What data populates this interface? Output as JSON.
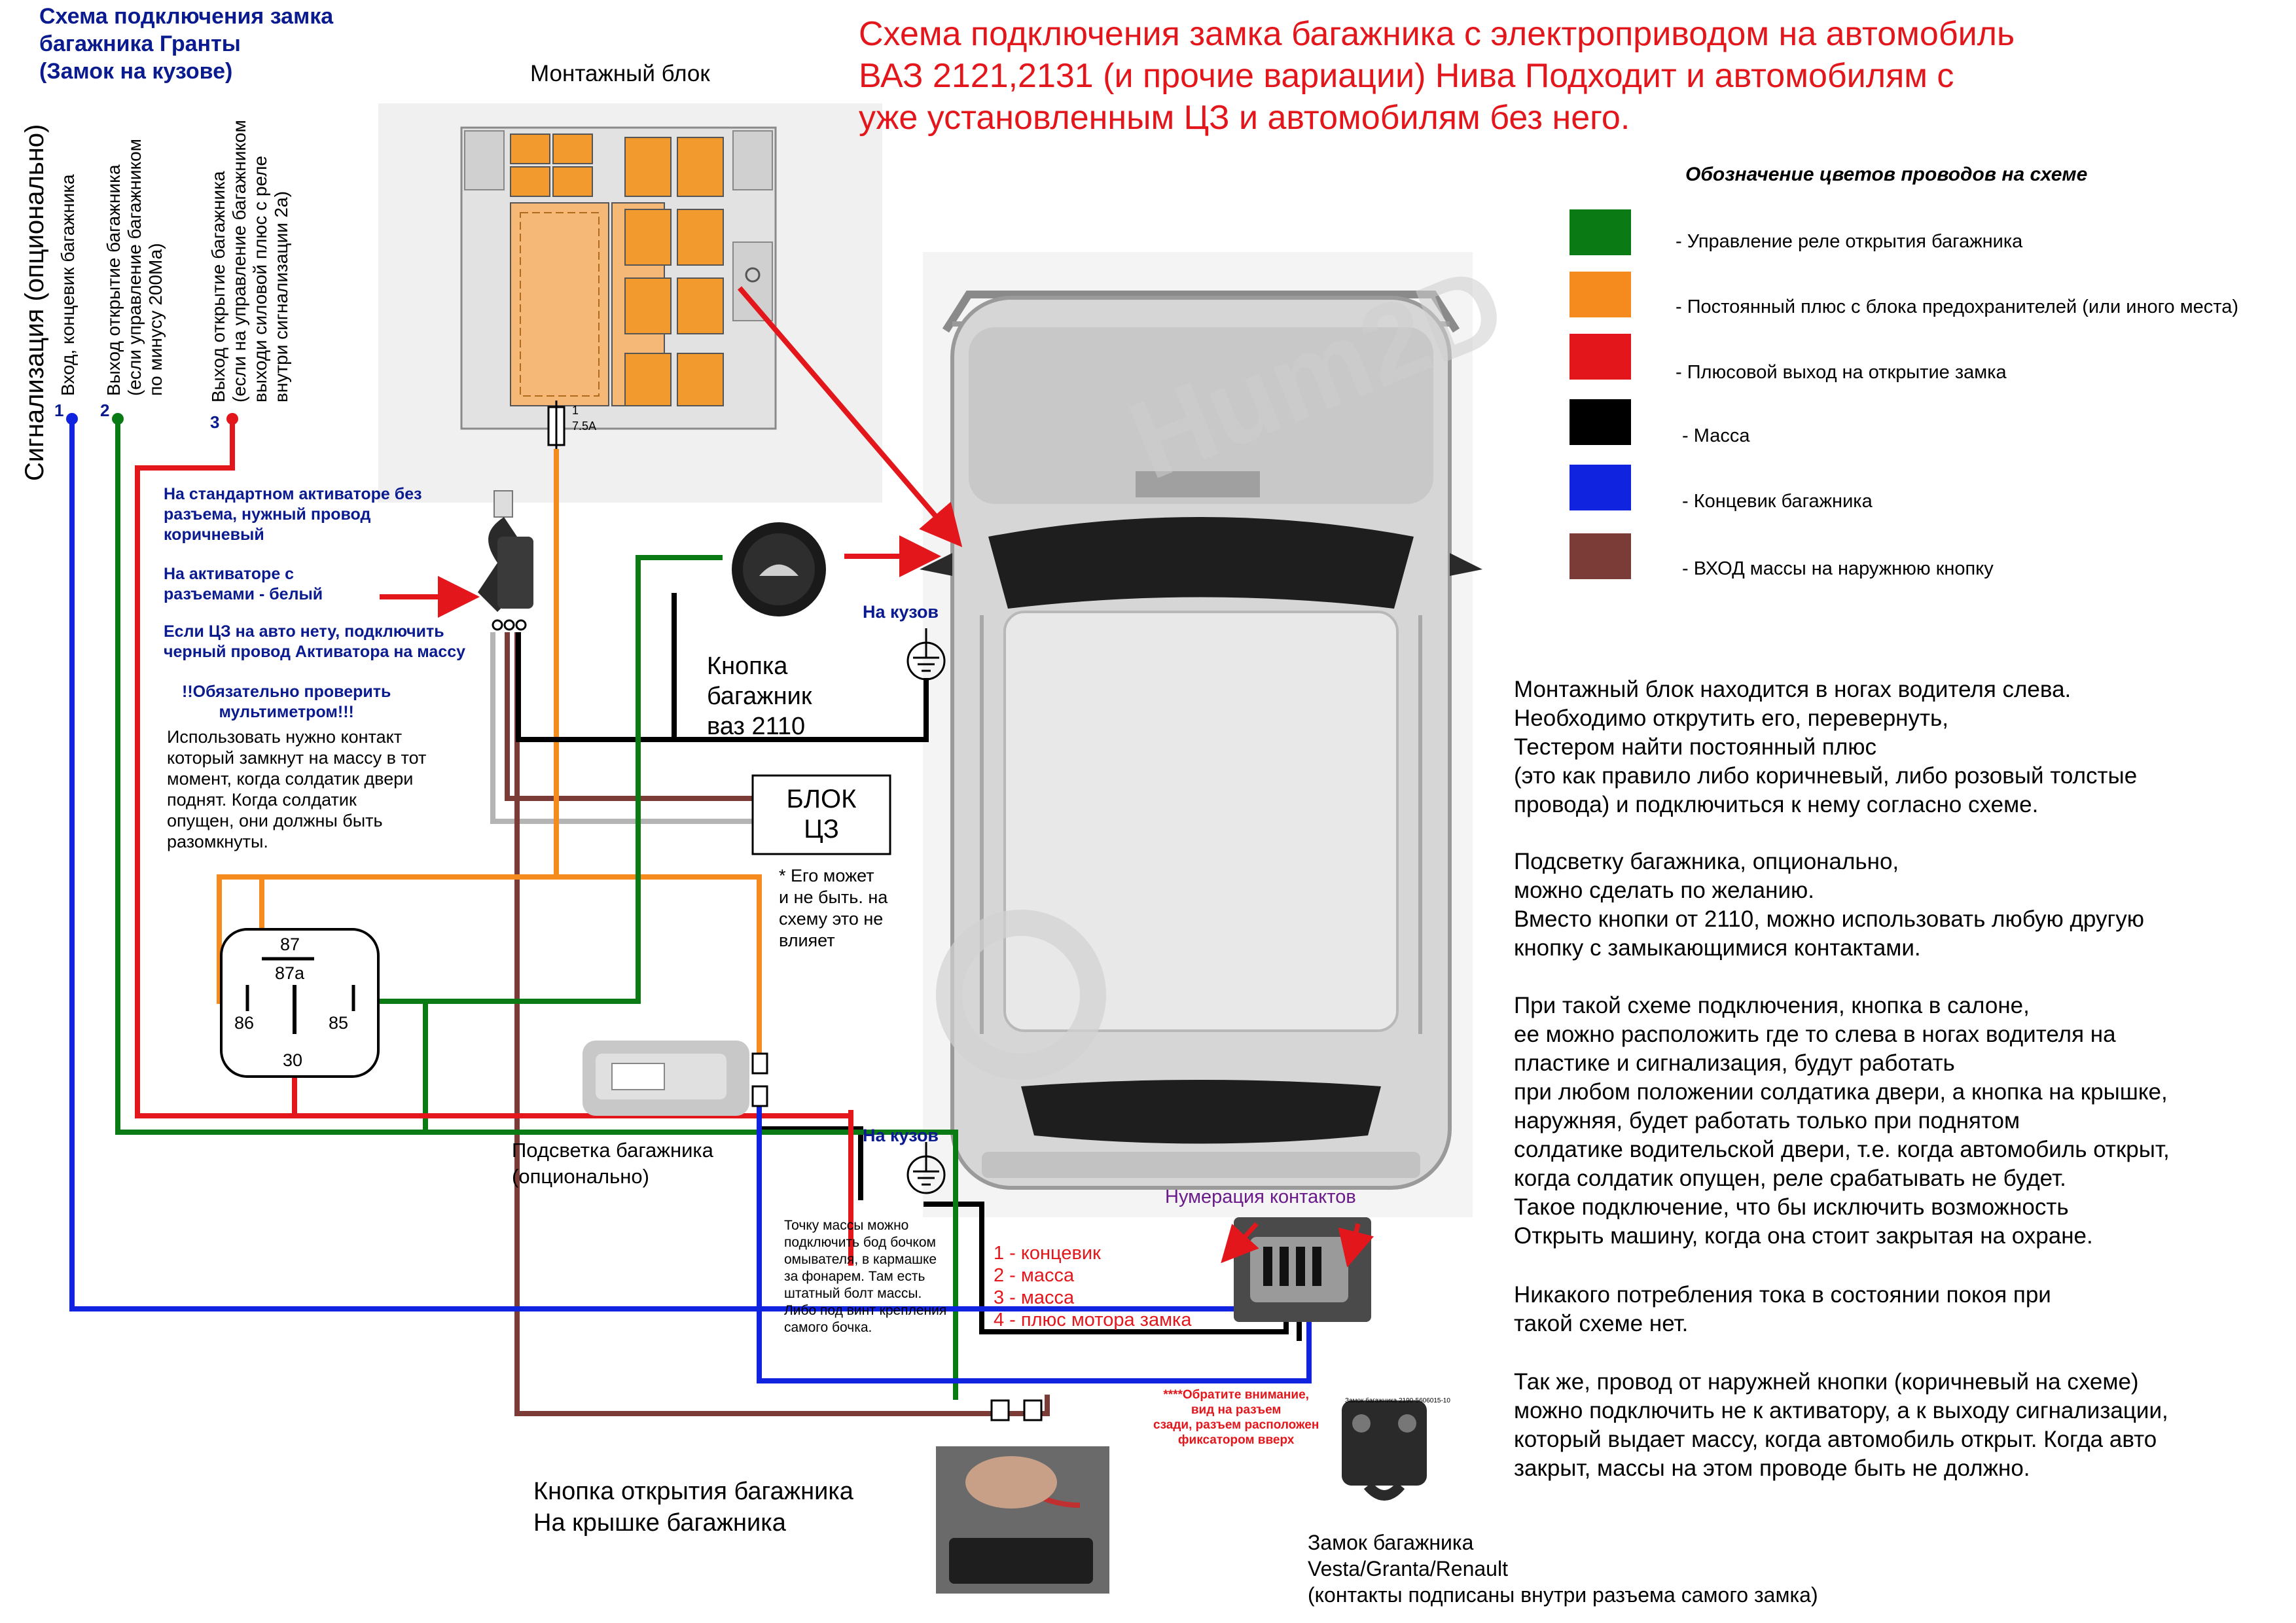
{
  "title": {
    "main": "Схема подключения замка багажника с электроприводом на автомобиль\nВАЗ 2121,2131 (и прочие вариации) Нива Подходит и автомобилям с\nуже установленным ЦЗ и автомобилям без него.",
    "granta": "Схема подключения замка\nбагажника Гранты\n(Замок на кузове)"
  },
  "colors": {
    "green": "#0a7a14",
    "orange": "#f58a1f",
    "red": "#e3161b",
    "black": "#000000",
    "blue": "#1024e0",
    "brown": "#7b3b36",
    "gray": "#b4b4b4",
    "navy": "#0a1a8f"
  },
  "legend": {
    "title": "Обозначение цветов проводов на схеме",
    "items": [
      {
        "color": "#0a7a14",
        "label": "- Управление реле открытия багажника"
      },
      {
        "color": "#f58a1f",
        "label": "- Постоянный плюс с блока предохранителей (или иного места)"
      },
      {
        "color": "#e3161b",
        "label": "- Плюсовой выход на открытие замка"
      },
      {
        "color": "#000000",
        "label": "- Масса"
      },
      {
        "color": "#1024e0",
        "label": "- Концевик багажника"
      },
      {
        "color": "#7b3b36",
        "label": "- ВХОД массы на наружнюю кнопку"
      }
    ]
  },
  "signal": {
    "title": "Сигнализация (опционально)",
    "in1": "Вход, концевик багажника",
    "out2": "Выход открытие багажника\n(если управление багажником\nпо минусу 200Ма)",
    "out3": "Выход открытие багажника\n(если на управление багажником\nвыходи силовой плюс с реле\nвнутри сигнализации 2а)",
    "n1": "1",
    "n2": "2",
    "n3": "3"
  },
  "fuse_block": {
    "label": "Монтажный блок",
    "fuse_num": "1",
    "fuse_rating": "7.5A"
  },
  "activator_notes": {
    "a": "На стандартном активаторе без\nразъема, нужный провод\nкоричневый",
    "b": "На активаторе с\nразъемами - белый",
    "c": "Если ЦЗ на авто нету, подключить\nчерный провод Активатора на массу",
    "warn": "!!Обязательно проверить\nмультиметром!!!",
    "use": "Использовать нужно контакт\nкоторый замкнут на массу в тот\nмомент, когда солдатик двери\nподнят. Когда солдатик\nопущен, они должны быть\nразомкнуты."
  },
  "button_2110": "Кнопка\nбагажник\nваз 2110",
  "ground_label": "На кузов",
  "cz_block": {
    "label": "БЛОК\nЦЗ",
    "note": "* Его может\nи не быть. на\nсхему это не\nвлияет"
  },
  "relay": {
    "p87": "87",
    "p87a": "87a",
    "p86": "86",
    "p85": "85",
    "p30": "30"
  },
  "trunk_light": "Подсветка багажника\n(опционально)",
  "ground_note": "Точку массы можно\nподключить бод бочком\nомывателя, в кармашке\nза фонарем. Там есть\nштатный болт массы.\nЛибо под винт крепления\nсамого бочка.",
  "pin_numbering": {
    "title": "Нумерация контактов",
    "pins": "1 - концевик\n2 - масса\n3 - масса\n4 - плюс мотора замка"
  },
  "attention": "****Обратите внимание,\nвид на разъем\nсзади, разъем расположен\nфиксатором вверх",
  "lock_part_no": "Замок багажника 2190-5606015-10",
  "outer_button": "Кнопка открытия багажника\nНа крышке багажника",
  "lock_label": "Замок багажника\nVesta/Granta/Renault\n(контакты подписаны внутри разъема самого замка)",
  "instructions": {
    "p1": "Монтажный блок находится в ногах водителя слева.\nНеобходимо открутить его, перевернуть,\nТестером найти постоянный плюс\n(это как правило либо коричневый, либо розовый толстые\nпровода) и подключиться к нему согласно схеме.",
    "p2": "Подсветку багажника, опционально,\nможно сделать по желанию.\nВместо кнопки от 2110, можно использовать любую другую\n кнопку с замыкающимися контактами.",
    "p3": "При такой схеме подключения, кнопка в салоне,\nее можно расположить где то слева в ногах водителя на\nпластике и сигнализация, будут работать\nпри любом положении солдатика двери, а кнопка на крышке,\nнаружняя, будет работать только при поднятом\nсолдатике водительской двери, т.е. когда автомобиль открыт,\nкогда солдатик опущен, реле срабатывать не будет.\nТакое подключение, что бы исключить возможность\nОткрыть машину, когда она стоит закрытая на охране.",
    "p4": "Никакого потребления тока в состоянии покоя при\nтакой схеме нет.",
    "p5": "Так же, провод от наружней кнопки (коричневый на схеме)\nможно подключить не к активатору, а к выходу сигнализации,\nкоторый выдает массу, когда автомобиль открыт. Когда авто\nзакрыт, массы на этом проводе быть не должно."
  },
  "watermark": "Hum2D"
}
